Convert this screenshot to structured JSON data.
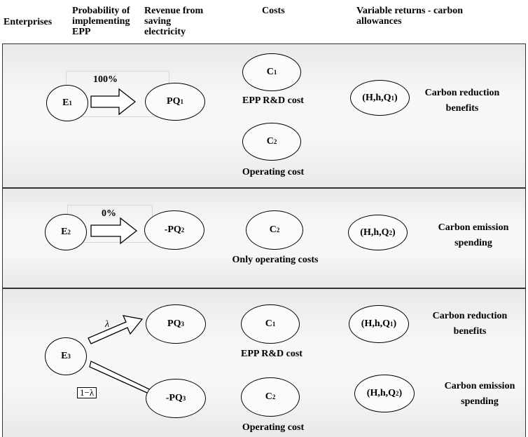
{
  "headers": {
    "enterprises": "Enterprises",
    "probability": "Probability of implementing EPP",
    "revenue": "Revenue from saving electricity",
    "costs": "Costs",
    "variable_returns": "Variable returns - carbon allowances"
  },
  "row1": {
    "enterprise": "E",
    "enterprise_sub": "1",
    "probability": "100%",
    "revenue": "PQ",
    "revenue_sub": "1",
    "cost_a": "C",
    "cost_a_sub": "1",
    "cost_a_label": "EPP R&D cost",
    "cost_b": "C",
    "cost_b_sub": "2",
    "cost_b_label": "Operating cost",
    "returns": "(H,h,Q",
    "returns_sub": "1",
    "returns_close": ")",
    "outcome": "Carbon reduction benefits"
  },
  "row2": {
    "enterprise": "E",
    "enterprise_sub": "2",
    "probability": "0%",
    "revenue": "-PQ",
    "revenue_sub": "2",
    "cost": "C",
    "cost_sub": "2",
    "cost_label": "Only operating costs",
    "returns": "(H,h,Q",
    "returns_sub": "2",
    "returns_close": ")",
    "outcome": "Carbon emission spending"
  },
  "row3": {
    "enterprise": "E",
    "enterprise_sub": "3",
    "prob_upper": "λ",
    "prob_lower": "1−λ",
    "revenue_upper": "PQ",
    "revenue_upper_sub": "3",
    "revenue_lower": "-PQ",
    "revenue_lower_sub": "3",
    "cost_upper": "C",
    "cost_upper_sub": "1",
    "cost_upper_label": "EPP R&D cost",
    "cost_lower": "C",
    "cost_lower_sub": "2",
    "cost_lower_label": "Operating cost",
    "returns_upper": "(H,h,Q",
    "returns_upper_sub": "1",
    "returns_close": ")",
    "returns_lower": "(H,h,Q",
    "returns_lower_sub": "2",
    "outcome_upper": "Carbon reduction benefits",
    "outcome_lower": "Carbon emission spending"
  }
}
